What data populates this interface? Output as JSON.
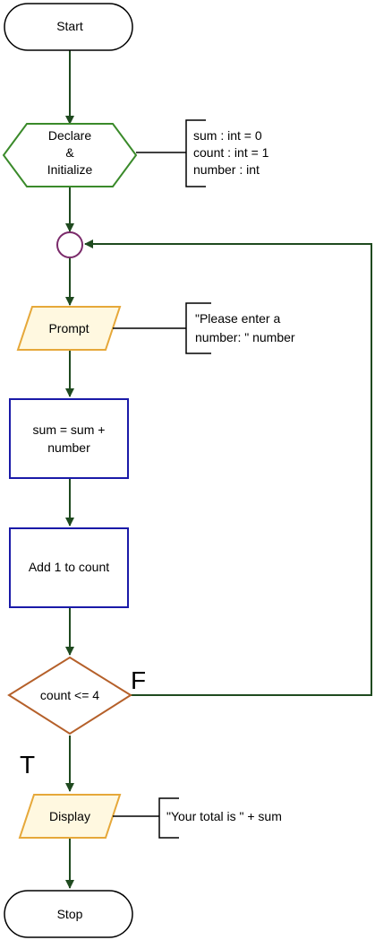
{
  "colors": {
    "flow_arrow": "#1f4a1f",
    "terminal_border": "#000000",
    "declare_border": "#3a8a2a",
    "declare_fill": "#ffffff",
    "connector_border": "#7a2a6a",
    "io_border": "#e6a83a",
    "io_fill": "#fff8e0",
    "process_border": "#1a1aa8",
    "decision_border": "#b5602a",
    "annotation_line": "#000000"
  },
  "nodes": {
    "start": {
      "label": "Start"
    },
    "declare": {
      "line1": "Declare",
      "line2": "&",
      "line3": "Initialize"
    },
    "prompt": {
      "label": "Prompt"
    },
    "sum_process": {
      "line1": "sum = sum +",
      "line2": "number"
    },
    "count_process": {
      "label": "Add 1 to count"
    },
    "decision": {
      "label": "count <= 4"
    },
    "display": {
      "label": "Display"
    },
    "stop": {
      "label": "Stop"
    }
  },
  "annotations": {
    "declare_note": {
      "line1": "sum : int = 0",
      "line2": "count : int = 1",
      "line3": "number : int"
    },
    "prompt_note": {
      "line1": "\"Please enter a",
      "line2": "number: \" number"
    },
    "display_note": {
      "line1": "\"Your total is \" + sum"
    }
  },
  "branches": {
    "false_label": "F",
    "true_label": "T"
  }
}
